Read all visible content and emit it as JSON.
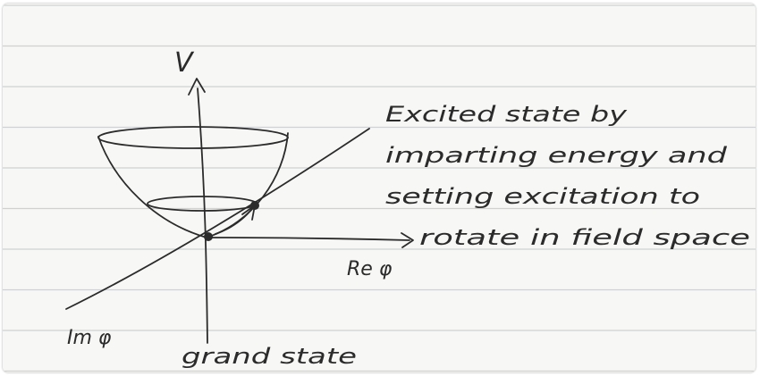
{
  "axes": {
    "vertical_label": "V",
    "real_label": "Re φ",
    "imag_label": "Im φ"
  },
  "annotations": {
    "excited_line1": "Excited state by",
    "excited_line2": "imparting energy and",
    "excited_line3": "setting excitation to",
    "excited_line4": "rotate in field space",
    "ground": "grand state"
  },
  "colors": {
    "ink": "#2b2b2b",
    "paper": "#f7f7f5",
    "rule_line": "#cfd1d4"
  }
}
